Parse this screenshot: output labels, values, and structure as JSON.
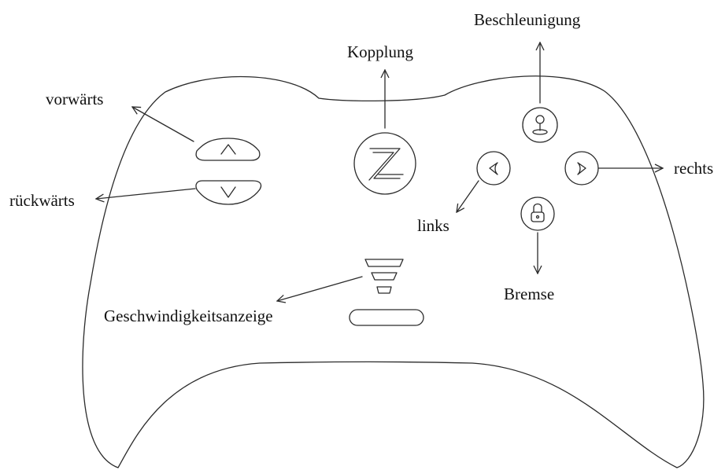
{
  "labels": {
    "acceleration": "Beschleunigung",
    "clutch": "Kopplung",
    "forward": "vorwärts",
    "backward": "rückwärts",
    "left": "links",
    "right": "rechts",
    "brake": "Bremse",
    "speed_indicator": "Geschwindigkeitsanzeige"
  },
  "icons": {
    "clutch_button": "z-letter-icon",
    "acceleration_button": "joystick-icon",
    "brake_button": "padlock-icon",
    "left_button": "chevron-left-icon",
    "right_button": "chevron-right-icon",
    "forward_button": "chevron-up-icon",
    "backward_button": "chevron-down-icon",
    "speed_bars": "speed-bars-icon"
  },
  "colors": {
    "line": "#2b2b2b",
    "text": "#111111",
    "background": "#ffffff"
  }
}
